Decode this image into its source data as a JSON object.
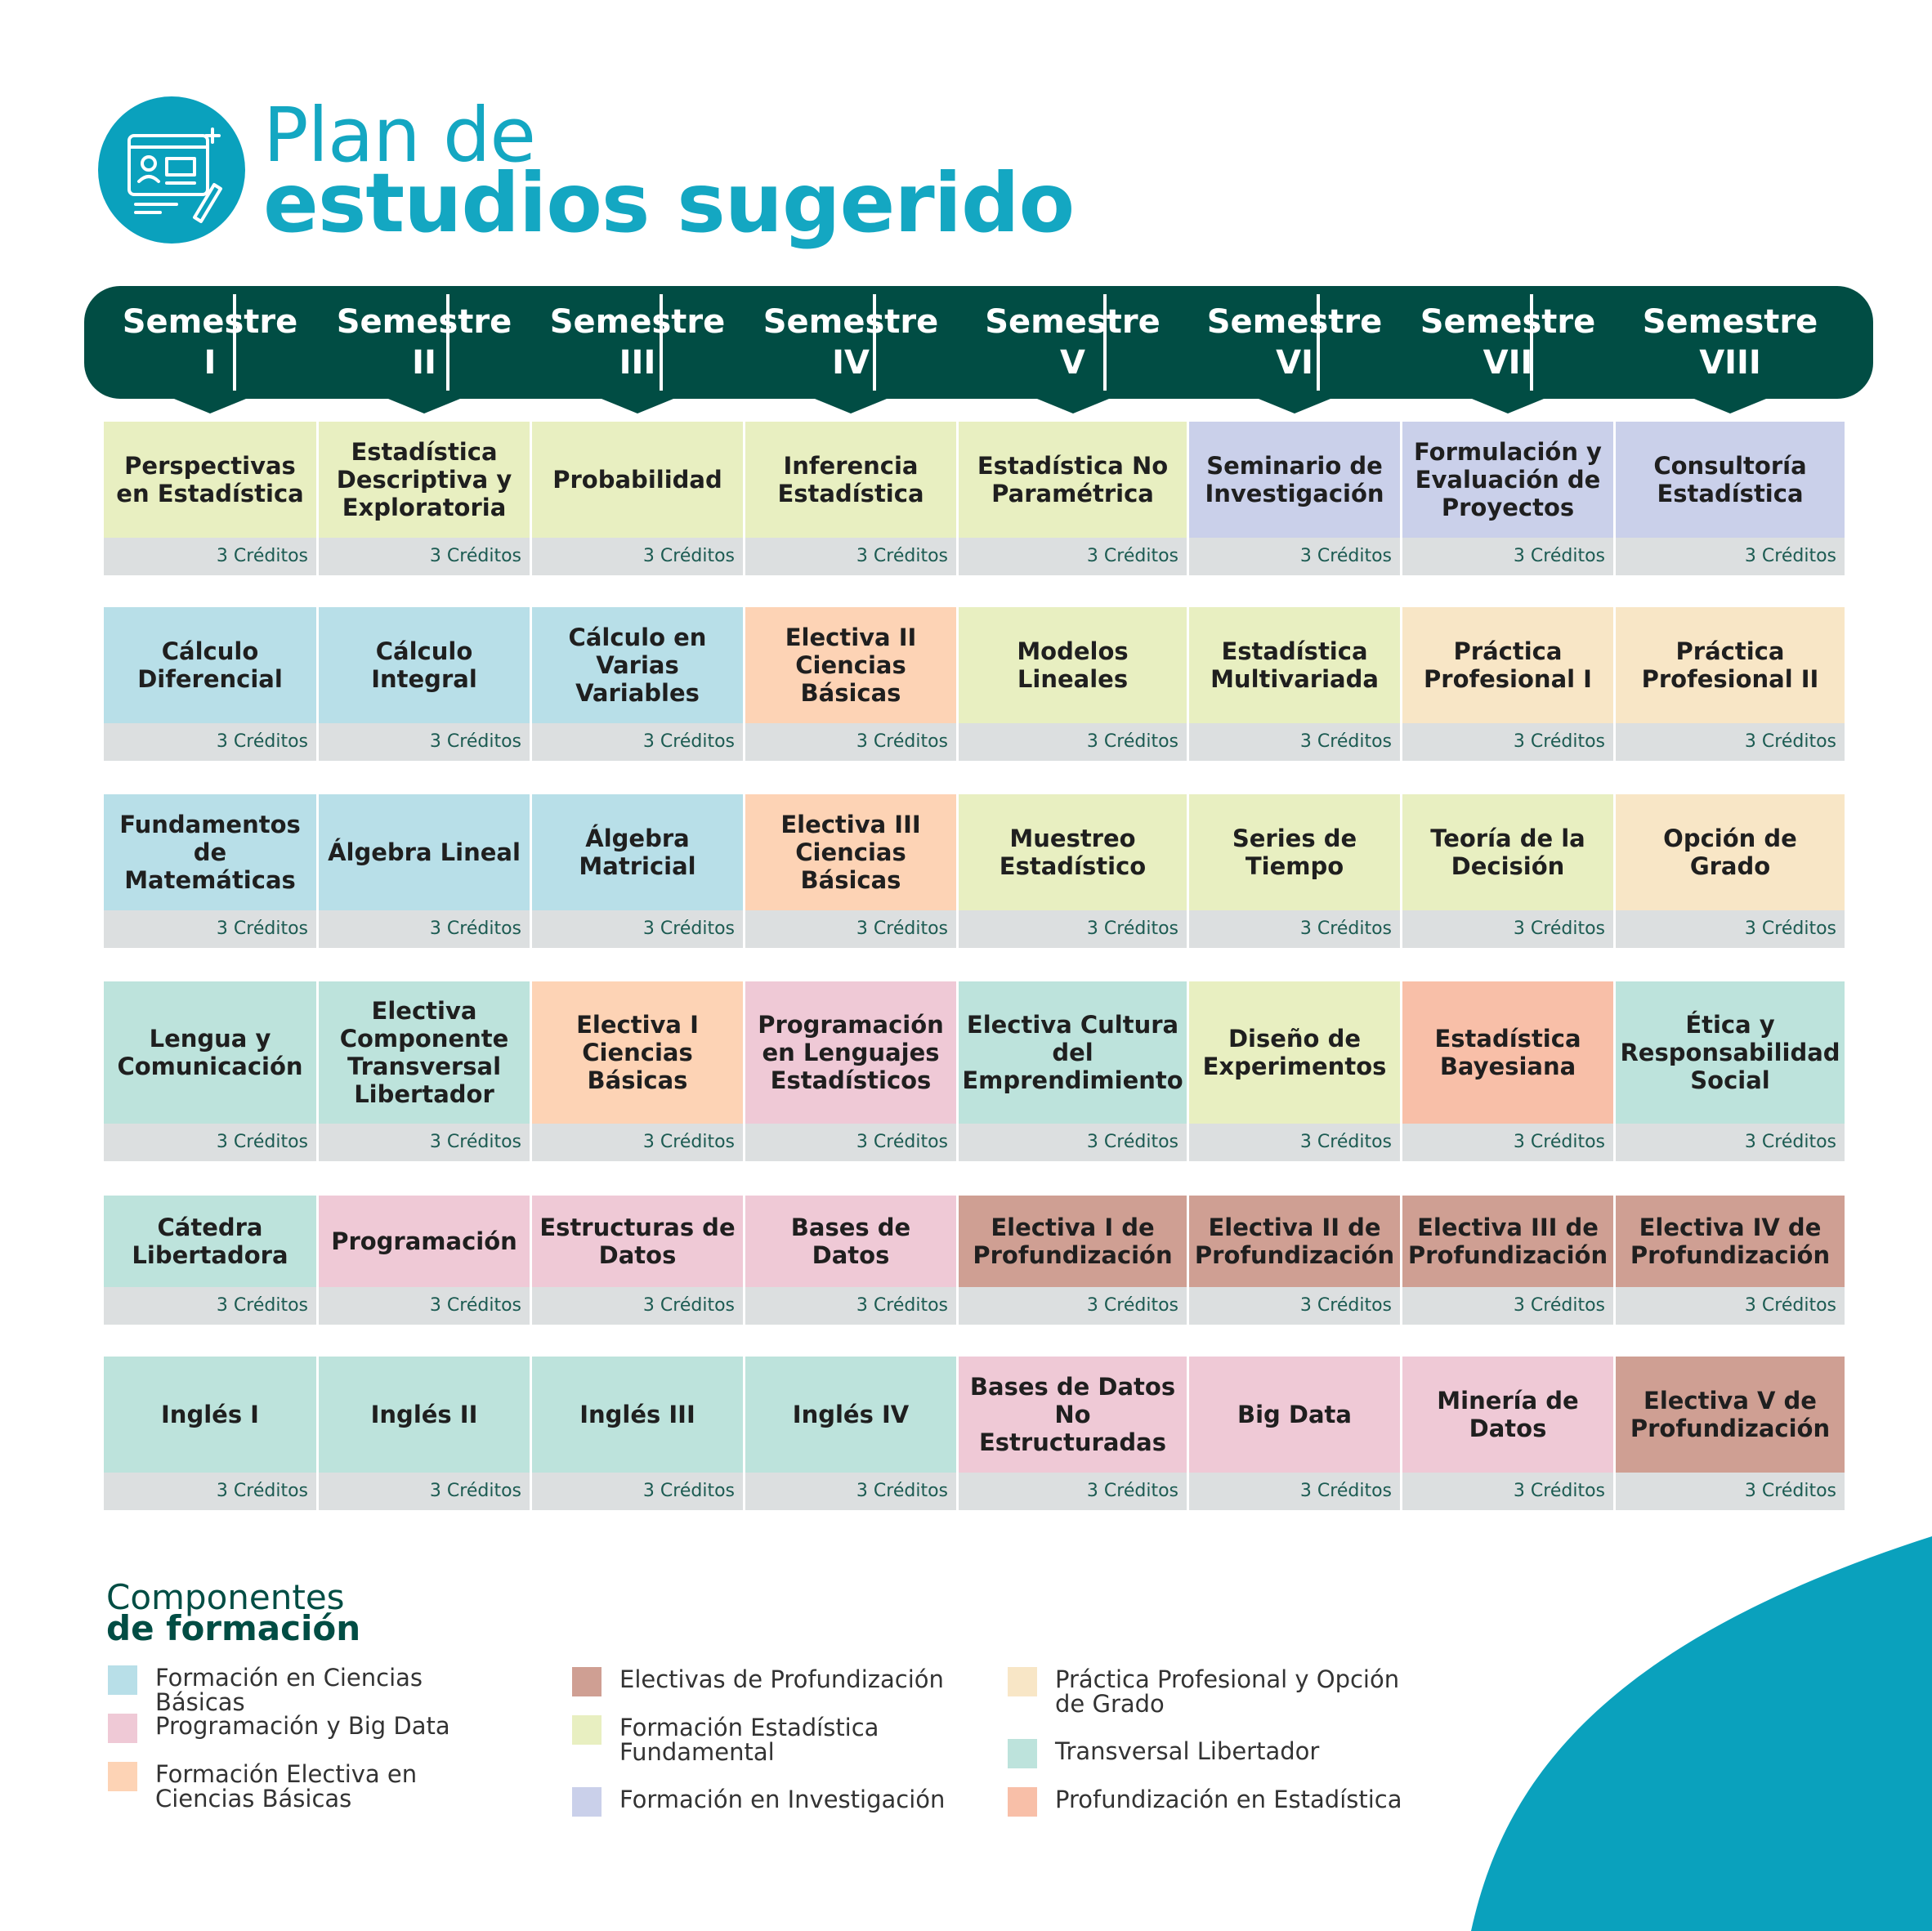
{
  "title": {
    "line1": "Plan de",
    "line2": "estudios sugerido"
  },
  "semesters": [
    {
      "label": "Semestre",
      "num": "I"
    },
    {
      "label": "Semestre",
      "num": "II"
    },
    {
      "label": "Semestre",
      "num": "III"
    },
    {
      "label": "Semestre",
      "num": "IV"
    },
    {
      "label": "Semestre",
      "num": "V"
    },
    {
      "label": "Semestre",
      "num": "VI"
    },
    {
      "label": "Semestre",
      "num": "VII"
    },
    {
      "label": "Semestre",
      "num": "VIII"
    }
  ],
  "colors": {
    "ciencias_basicas": "#b8dfe8",
    "programacion": "#efc9d6",
    "electiva_ciencias": "#fdd3b5",
    "profundizacion": "#cf9f93",
    "estadistica_fund": "#e8efc1",
    "investigacion": "#cad0ea",
    "practica": "#f8e6c6",
    "transversal": "#bde3dc",
    "prof_estadistica": "#f8bfa8"
  },
  "rows": [
    [
      {
        "name": "Perspectivas en Estadística",
        "credits": "3 Créditos",
        "cat": "estadistica_fund"
      },
      {
        "name": "Estadística Descriptiva y Exploratoria",
        "credits": "3 Créditos",
        "cat": "estadistica_fund"
      },
      {
        "name": "Probabilidad",
        "credits": "3 Créditos",
        "cat": "estadistica_fund"
      },
      {
        "name": "Inferencia Estadística",
        "credits": "3 Créditos",
        "cat": "estadistica_fund"
      },
      {
        "name": "Estadística No Paramétrica",
        "credits": "3 Créditos",
        "cat": "estadistica_fund"
      },
      {
        "name": "Seminario de Investigación",
        "credits": "3 Créditos",
        "cat": "investigacion"
      },
      {
        "name": "Formulación y Evaluación de Proyectos",
        "credits": "3 Créditos",
        "cat": "investigacion"
      },
      {
        "name": "Consultoría Estadística",
        "credits": "3 Créditos",
        "cat": "investigacion"
      }
    ],
    [
      {
        "name": "Cálculo Diferencial",
        "credits": "3 Créditos",
        "cat": "ciencias_basicas"
      },
      {
        "name": "Cálculo Integral",
        "credits": "3 Créditos",
        "cat": "ciencias_basicas"
      },
      {
        "name": "Cálculo en Varias Variables",
        "credits": "3 Créditos",
        "cat": "ciencias_basicas"
      },
      {
        "name": "Electiva II Ciencias Básicas",
        "credits": "3 Créditos",
        "cat": "electiva_ciencias"
      },
      {
        "name": "Modelos Lineales",
        "credits": "3 Créditos",
        "cat": "estadistica_fund"
      },
      {
        "name": "Estadística Multivariada",
        "credits": "3 Créditos",
        "cat": "estadistica_fund"
      },
      {
        "name": "Práctica Profesional I",
        "credits": "3 Créditos",
        "cat": "practica"
      },
      {
        "name": "Práctica Profesional II",
        "credits": "3 Créditos",
        "cat": "practica"
      }
    ],
    [
      {
        "name": "Fundamentos de Matemáticas",
        "credits": "3 Créditos",
        "cat": "ciencias_basicas"
      },
      {
        "name": "Álgebra Lineal",
        "credits": "3 Créditos",
        "cat": "ciencias_basicas"
      },
      {
        "name": "Álgebra Matricial",
        "credits": "3 Créditos",
        "cat": "ciencias_basicas"
      },
      {
        "name": "Electiva III Ciencias Básicas",
        "credits": "3 Créditos",
        "cat": "electiva_ciencias"
      },
      {
        "name": "Muestreo Estadístico",
        "credits": "3 Créditos",
        "cat": "estadistica_fund"
      },
      {
        "name": "Series de Tiempo",
        "credits": "3 Créditos",
        "cat": "estadistica_fund"
      },
      {
        "name": "Teoría de la Decisión",
        "credits": "3 Créditos",
        "cat": "estadistica_fund"
      },
      {
        "name": "Opción de Grado",
        "credits": "3 Créditos",
        "cat": "practica"
      }
    ],
    [
      {
        "name": "Lengua y Comunicación",
        "credits": "3 Créditos",
        "cat": "transversal"
      },
      {
        "name": "Electiva Componente Transversal Libertador",
        "credits": "3 Créditos",
        "cat": "transversal"
      },
      {
        "name": "Electiva I Ciencias Básicas",
        "credits": "3 Créditos",
        "cat": "electiva_ciencias"
      },
      {
        "name": "Programación en Lenguajes Estadísticos",
        "credits": "3 Créditos",
        "cat": "programacion"
      },
      {
        "name": "Electiva Cultura del Emprendimiento",
        "credits": "3 Créditos",
        "cat": "transversal"
      },
      {
        "name": "Diseño de Experimentos",
        "credits": "3 Créditos",
        "cat": "estadistica_fund"
      },
      {
        "name": "Estadística Bayesiana",
        "credits": "3 Créditos",
        "cat": "prof_estadistica"
      },
      {
        "name": "Ética y Responsabilidad Social",
        "credits": "3 Créditos",
        "cat": "transversal"
      }
    ],
    [
      {
        "name": "Cátedra Libertadora",
        "credits": "3 Créditos",
        "cat": "transversal"
      },
      {
        "name": "Programación",
        "credits": "3 Créditos",
        "cat": "programacion"
      },
      {
        "name": "Estructuras de Datos",
        "credits": "3 Créditos",
        "cat": "programacion"
      },
      {
        "name": "Bases de Datos",
        "credits": "3 Créditos",
        "cat": "programacion"
      },
      {
        "name": "Electiva I de Profundización",
        "credits": "3 Créditos",
        "cat": "profundizacion"
      },
      {
        "name": "Electiva II de Profundización",
        "credits": "3 Créditos",
        "cat": "profundizacion"
      },
      {
        "name": "Electiva III de Profundización",
        "credits": "3 Créditos",
        "cat": "profundizacion"
      },
      {
        "name": "Electiva IV de Profundización",
        "credits": "3 Créditos",
        "cat": "profundizacion"
      }
    ],
    [
      {
        "name": "Inglés I",
        "credits": "3 Créditos",
        "cat": "transversal"
      },
      {
        "name": "Inglés II",
        "credits": "3 Créditos",
        "cat": "transversal"
      },
      {
        "name": "Inglés III",
        "credits": "3 Créditos",
        "cat": "transversal"
      },
      {
        "name": "Inglés IV",
        "credits": "3 Créditos",
        "cat": "transversal"
      },
      {
        "name": "Bases de Datos No Estructuradas",
        "credits": "3 Créditos",
        "cat": "programacion"
      },
      {
        "name": "Big Data",
        "credits": "3 Créditos",
        "cat": "programacion"
      },
      {
        "name": "Minería de Datos",
        "credits": "3 Créditos",
        "cat": "programacion"
      },
      {
        "name": "Electiva V de Profundización",
        "credits": "3 Créditos",
        "cat": "profundizacion"
      }
    ]
  ],
  "legend": {
    "title_line1": "Componentes",
    "title_line2": "de formación",
    "items": [
      {
        "label": "Formación en Ciencias Básicas",
        "cat": "ciencias_basicas"
      },
      {
        "label": "Programación y Big Data",
        "cat": "programacion"
      },
      {
        "label": "Formación Electiva en Ciencias Básicas",
        "cat": "electiva_ciencias"
      },
      {
        "label": "Electivas de Profundización",
        "cat": "profundizacion"
      },
      {
        "label": "Formación Estadística Fundamental",
        "cat": "estadistica_fund"
      },
      {
        "label": "Formación en Investigación",
        "cat": "investigacion"
      },
      {
        "label": "Práctica Profesional y Opción de Grado",
        "cat": "practica"
      },
      {
        "label": "Transversal Libertador",
        "cat": "transversal"
      },
      {
        "label": "Profundización en Estadística",
        "cat": "prof_estadistica"
      }
    ]
  }
}
